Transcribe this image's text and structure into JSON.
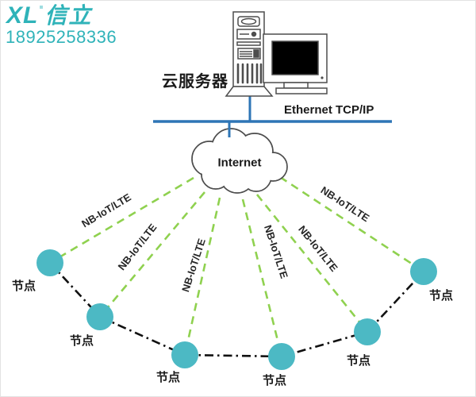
{
  "logo": {
    "brand_latin": "XL",
    "brand_cn": "信立",
    "phone": "18925258336"
  },
  "header": {
    "server_label": "云服务器",
    "ethernet_label": "Ethernet TCP/IP"
  },
  "cloud": {
    "label": "Internet"
  },
  "links": [
    {
      "label": "NB-IoT/LTE"
    },
    {
      "label": "NB-IoT/LTE"
    },
    {
      "label": "NB-IoT/LTE"
    },
    {
      "label": "NB-IoT/LTE"
    },
    {
      "label": "NB-IoT/LTE"
    },
    {
      "label": "NB-IoT/LTE"
    }
  ],
  "nodes": [
    {
      "label": "节点"
    },
    {
      "label": "节点"
    },
    {
      "label": "节点"
    },
    {
      "label": "节点"
    },
    {
      "label": "节点"
    },
    {
      "label": "节点"
    }
  ],
  "colors": {
    "logo_teal": "#2fb3b9",
    "node_fill": "#4cb9c4",
    "link_green": "#8fd14f",
    "bus_blue": "#2e75b6",
    "outline_gray": "#4d4d4d",
    "text_dark": "#1a1a1a"
  }
}
